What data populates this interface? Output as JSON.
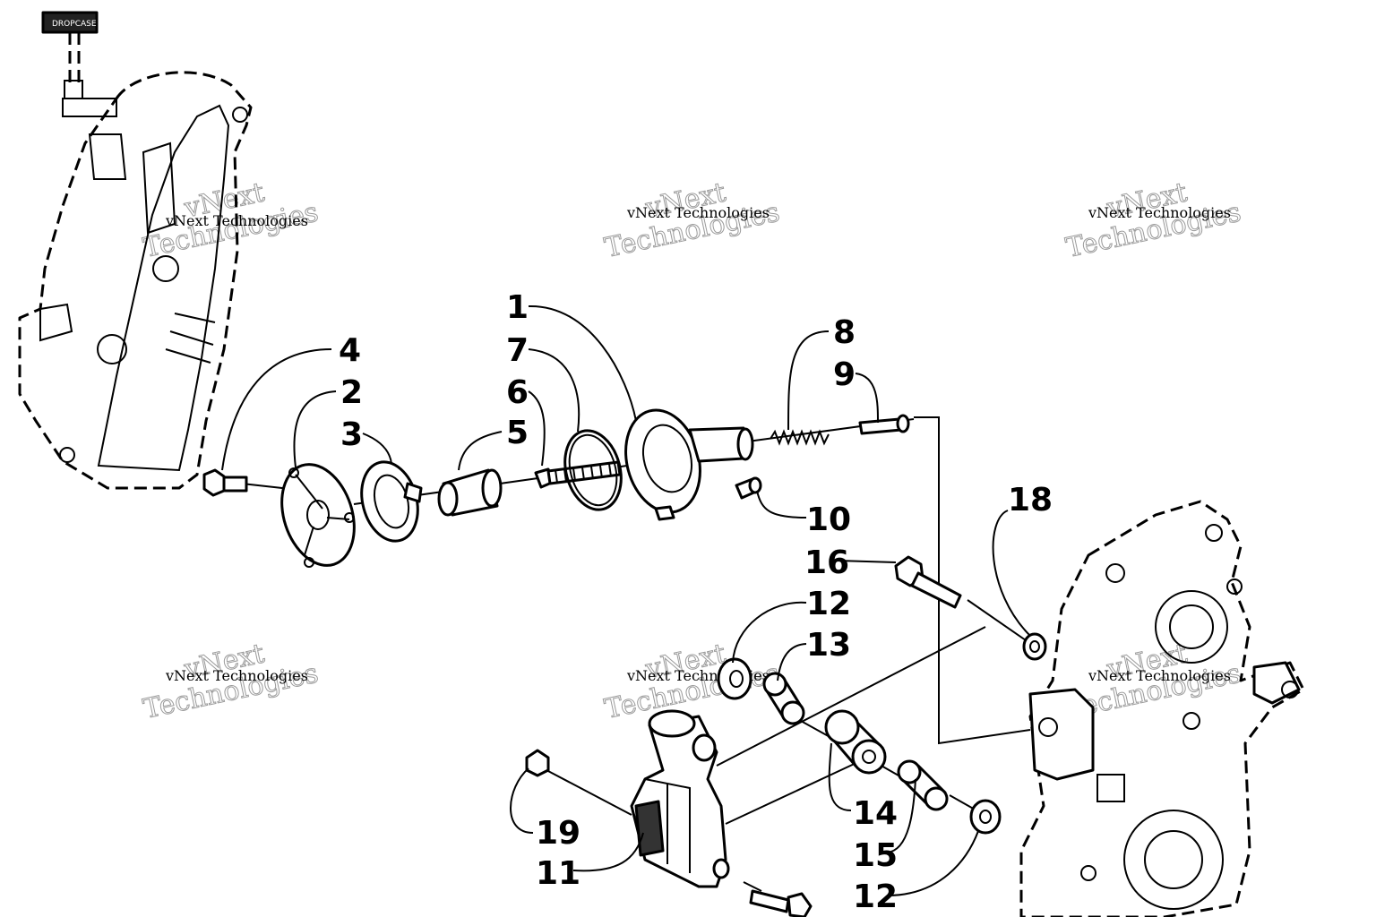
{
  "callouts": [
    {
      "id": "c1",
      "text": "1"
    },
    {
      "id": "c2",
      "text": "2"
    },
    {
      "id": "c3",
      "text": "3"
    },
    {
      "id": "c4",
      "text": "4"
    },
    {
      "id": "c5",
      "text": "5"
    },
    {
      "id": "c6",
      "text": "6"
    },
    {
      "id": "c7",
      "text": "7"
    },
    {
      "id": "c8",
      "text": "8"
    },
    {
      "id": "c9",
      "text": "9"
    },
    {
      "id": "c10",
      "text": "10"
    },
    {
      "id": "c11",
      "text": "11"
    },
    {
      "id": "c12a",
      "text": "12"
    },
    {
      "id": "c12b",
      "text": "12"
    },
    {
      "id": "c13",
      "text": "13"
    },
    {
      "id": "c14",
      "text": "14"
    },
    {
      "id": "c15",
      "text": "15"
    },
    {
      "id": "c16",
      "text": "16"
    },
    {
      "id": "c18",
      "text": "18"
    },
    {
      "id": "c19",
      "text": "19"
    }
  ],
  "watermark": {
    "line_small": "vNext Technologies",
    "line_big_1": "vNext",
    "line_big_2": "Technologies"
  },
  "tag_label": "DROPCASE"
}
